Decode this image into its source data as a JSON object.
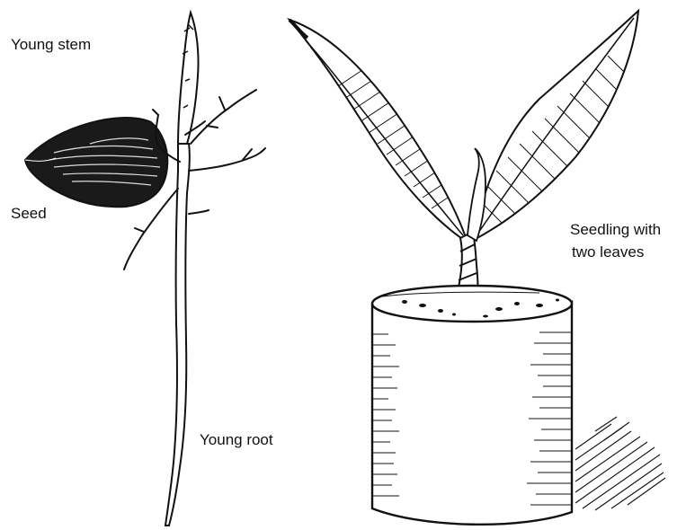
{
  "labels": {
    "young_stem": "Young stem",
    "seed": "Seed",
    "young_root": "Young root",
    "seedling_line1": "Seedling with",
    "seedling_line2": "two leaves"
  },
  "colors": {
    "ink": "#111111",
    "paper": "#ffffff"
  }
}
